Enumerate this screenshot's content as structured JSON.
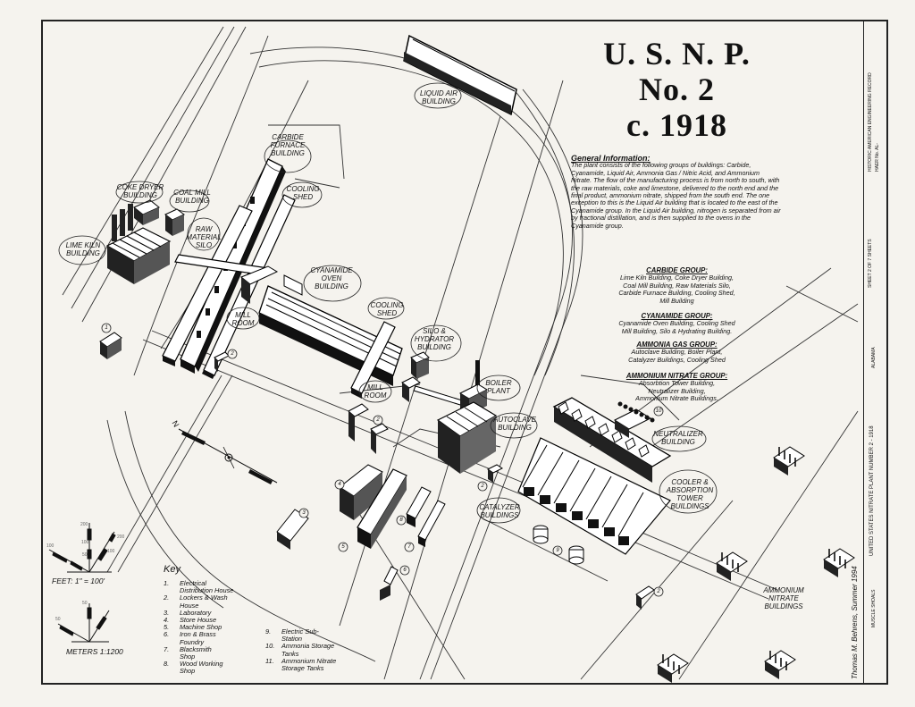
{
  "title": {
    "line1": "U. S. N. P.",
    "line2": "No. 2",
    "line3": "c. 1918"
  },
  "info": {
    "heading": "General Information:",
    "body": "The plant consists of the following groups of buildings: Carbide, Cyanamide, Liquid Air, Ammonia Gas / Nitric Acid, and Ammonium Nitrate. The flow of the manufacturing process is from north to south, with the raw materials, coke and limestone, delivered to the north end and the final product, ammonium nitrate, shipped from the south end. The one exception to this is the Liquid Air building that is located to the east of the Cyanamide group. In the Liquid Air building, nitrogen is separated from air by fractional distillation, and is then supplied to the ovens in the Cyanamide group."
  },
  "groups": [
    {
      "heading": "CARBIDE GROUP:",
      "items": "Lime Kiln Building, Coke Dryer Building,\nCoal Mill Building, Raw Materials Silo,\nCarbide Furnace Building, Cooling Shed,\nMill Building"
    },
    {
      "heading": "CYANAMIDE GROUP:",
      "items": "Cyanamide Oven Building, Cooling Shed\nMill Building, Silo & Hydrating Building."
    },
    {
      "heading": "AMMONIA GAS GROUP:",
      "items": "Autoclave Building, Boiler Plant,\nCatalyzer Buildings, Cooling Shed"
    },
    {
      "heading": "AMMONIUM NITRATE GROUP:",
      "items": "Absorbtion Tower Building,\nNeutralizer Building,\nAmmonium Nitrate Buildings."
    }
  ],
  "building_labels": {
    "liquid_air": "LIQUID AIR\nBUILDING",
    "carbide_furnace": "CARBIDE\nFURNACE\nBUILDING",
    "coke_dryer": "COKE DRYER\nBUILDING",
    "coal_mill": "COAL MILL\nBUILDING",
    "cooling_shed_1": "COOLING\nSHED",
    "raw_material_silo": "RAW\nMATERIAL\nSILO",
    "lime_kiln": "LIME KILN\nBUILDING",
    "cyanamide_oven": "CYANAMIDE\nOVEN\nBUILDING",
    "cooling_shed_2": "COOLING\nSHED",
    "mill_room_1": "MILL\nROOM",
    "silo_hydrator": "SILO &\nHYDRATOR\nBUILDING",
    "mill_room_2": "MILL\nROOM",
    "boiler_plant": "BOILER\nPLANT",
    "autoclave": "AUTOCLAVE\nBUILDING",
    "neutralizer": "NEUTRALIZER\nBUILDING",
    "cooler_absorption": "COOLER &\nABSORPTION\nTOWER\nBUILDINGS",
    "catalyzer": "CATALYZER\nBUILDINGS",
    "ammonium_nitrate": "AMMONIUM\nNITRATE\nBUILDINGS"
  },
  "key": {
    "heading": "Key",
    "col1": [
      {
        "n": "1.",
        "t": "Electrical Distribution House"
      },
      {
        "n": "2.",
        "t": "Lockers & Wash House"
      },
      {
        "n": "3.",
        "t": "Laboratory"
      },
      {
        "n": "4.",
        "t": "Store House"
      },
      {
        "n": "5.",
        "t": "Machine Shop"
      },
      {
        "n": "6.",
        "t": "Iron & Brass Foundry"
      },
      {
        "n": "7.",
        "t": "Blacksmith Shop"
      },
      {
        "n": "8.",
        "t": "Wood Working Shop"
      }
    ],
    "col2": [
      {
        "n": "9.",
        "t": "Electric Sub-Station"
      },
      {
        "n": "10.",
        "t": "Ammonia Storage Tanks"
      },
      {
        "n": "11.",
        "t": "Ammonium Nitrate Storage Tanks"
      }
    ]
  },
  "scale": {
    "feet": "FEET: 1\" = 100'",
    "meters": "METERS 1:1200",
    "ft_ticks": [
      "200",
      "100",
      "50",
      "100",
      "200",
      "100",
      "50",
      "0",
      "50"
    ],
    "m_ticks": [
      "50",
      "50",
      "0",
      "25"
    ]
  },
  "north_arrow": "N",
  "title_block": {
    "delineator": "Thomas M. Behrens, Summer 1994",
    "sheet_title": "UNITED STATES NITRATE PLANT NUMBER 2 - 1918",
    "location": "MUSCLE SHOALS",
    "state": "ALABAMA",
    "sheet": "SHEET 2 OF 7 SHEETS",
    "recorder": "HISTORIC AMERICAN ENGINEERING RECORD",
    "survey": "HAER No. AL-"
  },
  "markers": [
    "1",
    "2",
    "2",
    "2",
    "3",
    "4",
    "5",
    "6",
    "7",
    "8",
    "9",
    "10",
    "11",
    "2",
    "2"
  ]
}
